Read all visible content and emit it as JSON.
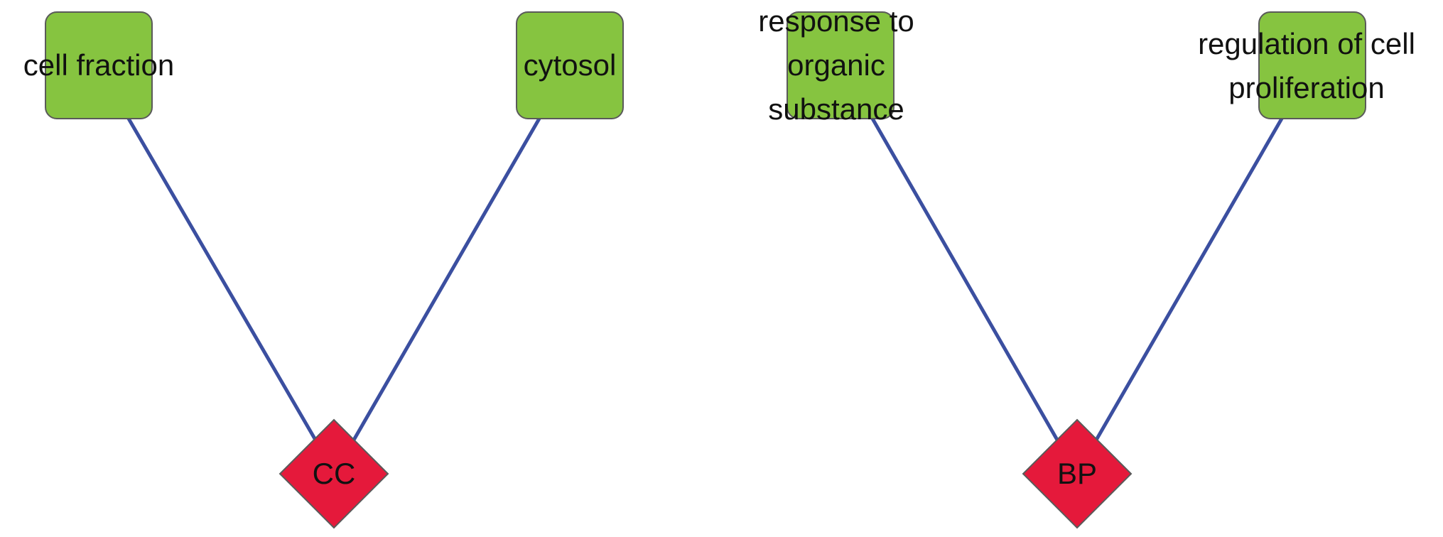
{
  "colors": {
    "term_fill": "#86c440",
    "term_stroke": "#5a5a5a",
    "hub_fill": "#e5193b",
    "hub_stroke": "#5a5a5a",
    "edge": "#3b4fa0",
    "text": "#111111"
  },
  "hubs": [
    {
      "id": "cc",
      "label": "CC"
    },
    {
      "id": "bp",
      "label": "BP"
    }
  ],
  "terms": [
    {
      "id": "cell-fraction",
      "hub": "cc",
      "lines": [
        "cell fraction"
      ]
    },
    {
      "id": "cytosol",
      "hub": "cc",
      "lines": [
        "cytosol"
      ]
    },
    {
      "id": "response-to-organic-substance",
      "hub": "bp",
      "lines": [
        "response to",
        "organic",
        "substance"
      ]
    },
    {
      "id": "regulation-of-cell-proliferation",
      "hub": "bp",
      "lines": [
        "regulation of cell",
        "proliferation"
      ]
    }
  ]
}
